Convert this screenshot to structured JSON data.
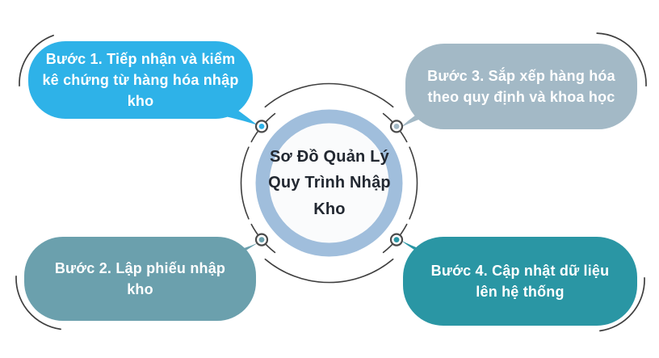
{
  "center": {
    "title": "Sơ Đồ Quản Lý Quy Trình Nhập Kho"
  },
  "steps": [
    {
      "label": "Bước 1. Tiếp nhận và kiểm kê chứng từ hàng hóa nhập kho",
      "color": "#2EB2E8",
      "position": "top-left"
    },
    {
      "label": "Bước 2. Lập phiếu nhập kho",
      "color": "#6BA0AD",
      "position": "bottom-left"
    },
    {
      "label": "Bước 3. Sắp xếp hàng hóa theo quy định và khoa học",
      "color": "#A3B9C6",
      "position": "top-right"
    },
    {
      "label": "Bước 4. Cập nhật dữ liệu lên hệ thống",
      "color": "#2A96A4",
      "position": "bottom-right"
    }
  ],
  "colors": {
    "ring": "#A0BEDC",
    "inner_circle": "#FAFBFC",
    "title_text": "#222831",
    "bubble_text": "#FFFFFF",
    "arc_stroke": "#3F3F3F",
    "dot_ring": "#4A4A4A",
    "background": "#FFFFFF"
  }
}
